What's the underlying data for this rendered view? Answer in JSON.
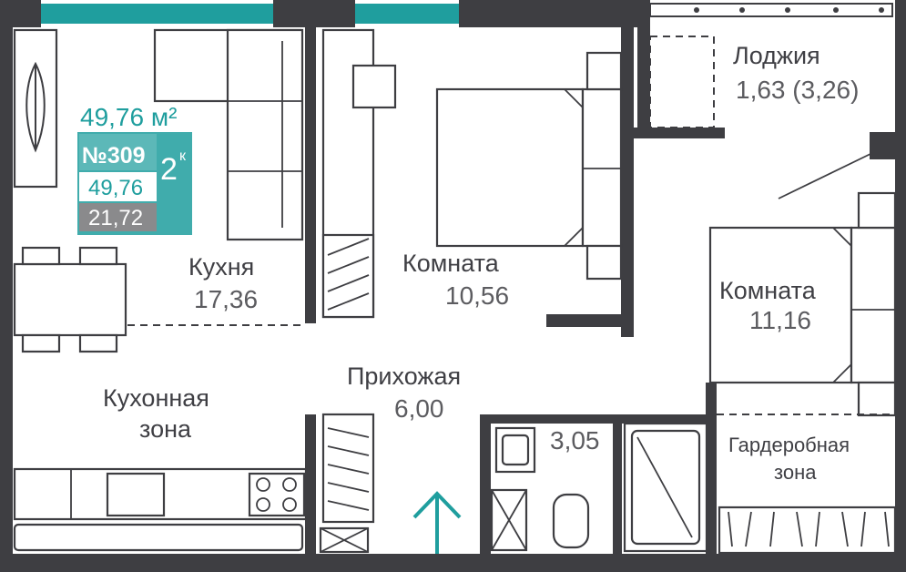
{
  "apartment": {
    "total_area": "49,76 м²",
    "number": "№309",
    "rooms": "2",
    "rooms_suffix": "к",
    "area_total_small": "49,76",
    "area_living": "21,72"
  },
  "rooms": {
    "kitchen": {
      "name": "Кухня",
      "area": "17,36"
    },
    "kitchen_zone": {
      "line1": "Кухонная",
      "line2": "зона"
    },
    "room1": {
      "name": "Комната",
      "area": "10,56"
    },
    "room2": {
      "name": "Комната",
      "area": "11,16"
    },
    "hall": {
      "name": "Прихожая",
      "area": "6,00"
    },
    "bathroom": {
      "area": "3,05"
    },
    "wardrobe": {
      "line1": "Гардеробная",
      "line2": "зона"
    },
    "loggia": {
      "name": "Лоджия",
      "area": "1,63 (3,26)"
    }
  },
  "colors": {
    "accent": "#1f9e9e",
    "wall": "#3e3e42",
    "label_grey": "#8a8a8c"
  },
  "icons": [
    "entrance-arrow-icon",
    "ventilation-shaft-icon"
  ]
}
